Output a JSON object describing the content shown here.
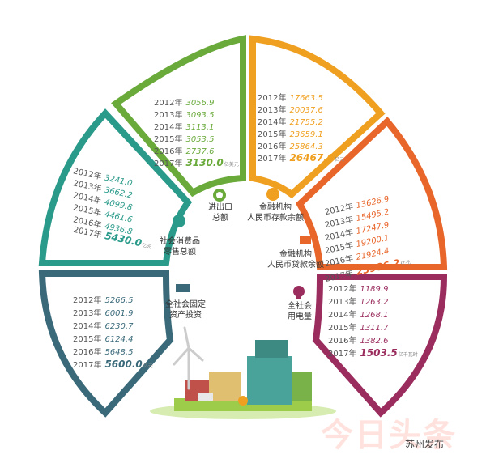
{
  "sections": {
    "import_export": {
      "label": [
        "进出口",
        "总额"
      ],
      "color": "#6aaa3a",
      "rows": [
        {
          "year": "2012年",
          "value": "3056.9"
        },
        {
          "year": "2013年",
          "value": "3093.5"
        },
        {
          "year": "2014年",
          "value": "3113.1"
        },
        {
          "year": "2015年",
          "value": "3053.5"
        },
        {
          "year": "2016年",
          "value": "2737.6"
        },
        {
          "year": "2017年",
          "value": "3130.0",
          "unit": "亿美元"
        }
      ]
    },
    "deposits": {
      "label": [
        "金融机构",
        "人民币存款余额"
      ],
      "color": "#f0a020",
      "rows": [
        {
          "year": "2012年",
          "value": "17663.5"
        },
        {
          "year": "2013年",
          "value": "20037.6"
        },
        {
          "year": "2014年",
          "value": "21755.2"
        },
        {
          "year": "2015年",
          "value": "23659.1"
        },
        {
          "year": "2016年",
          "value": "25864.3"
        },
        {
          "year": "2017年",
          "value": "26467.6",
          "unit": "亿元"
        }
      ]
    },
    "loans": {
      "label": [
        "金融机构",
        "人民币贷款余额"
      ],
      "color": "#e8662a",
      "rows": [
        {
          "year": "2012年",
          "value": "13626.9"
        },
        {
          "year": "2013年",
          "value": "15495.2"
        },
        {
          "year": "2014年",
          "value": "17247.9"
        },
        {
          "year": "2015年",
          "value": "19200.1"
        },
        {
          "year": "2016年",
          "value": "21924.4"
        },
        {
          "year": "2017年",
          "value": "23986.2",
          "unit": "亿元"
        }
      ]
    },
    "electricity": {
      "label": [
        "全社会",
        "用电量"
      ],
      "color": "#9b2c5e",
      "rows": [
        {
          "year": "2012年",
          "value": "1189.9"
        },
        {
          "year": "2013年",
          "value": "1263.2"
        },
        {
          "year": "2014年",
          "value": "1268.1"
        },
        {
          "year": "2015年",
          "value": "1311.7"
        },
        {
          "year": "2016年",
          "value": "1382.6"
        },
        {
          "year": "2017年",
          "value": "1503.5",
          "unit": "亿千瓦时"
        }
      ]
    },
    "retail": {
      "label": [
        "社会消费品",
        "零售总额"
      ],
      "color": "#2a9a8a",
      "rows": [
        {
          "year": "2012年",
          "value": "3241.0"
        },
        {
          "year": "2013年",
          "value": "3662.2"
        },
        {
          "year": "2014年",
          "value": "4099.8"
        },
        {
          "year": "2015年",
          "value": "4461.6"
        },
        {
          "year": "2016年",
          "value": "4936.8"
        },
        {
          "year": "2017年",
          "value": "5430.0",
          "unit": "亿元"
        }
      ]
    },
    "investment": {
      "label": [
        "全社会固定",
        "资产投资"
      ],
      "color": "#3a6a7a",
      "rows": [
        {
          "year": "2012年",
          "value": "5266.5"
        },
        {
          "year": "2013年",
          "value": "6001.9"
        },
        {
          "year": "2014年",
          "value": "6230.7"
        },
        {
          "year": "2015年",
          "value": "6124.4"
        },
        {
          "year": "2016年",
          "value": "5648.5"
        },
        {
          "year": "2017年",
          "value": "5600.0",
          "unit": "亿元"
        }
      ]
    }
  },
  "watermark": "今日头条",
  "brand": "苏州发布"
}
